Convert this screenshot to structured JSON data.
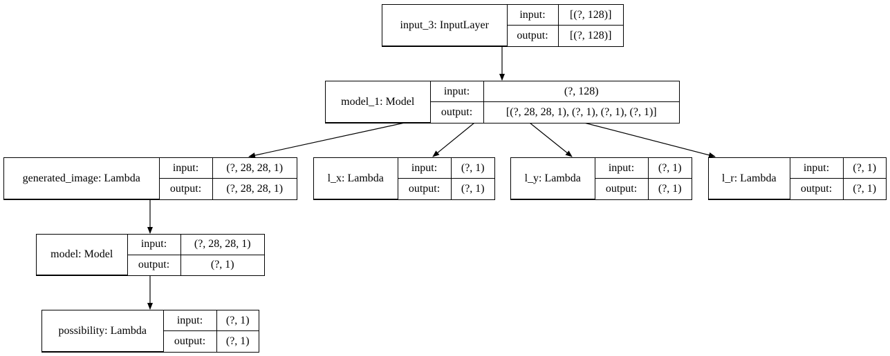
{
  "nodes": [
    {
      "id": "input_3",
      "label": "input_3: InputLayer",
      "input_label": "input:",
      "input": "[(?, 128)]",
      "output_label": "output:",
      "output": "[(?, 128)]"
    },
    {
      "id": "model_1",
      "label": "model_1: Model",
      "input_label": "input:",
      "input": "(?, 128)",
      "output_label": "output:",
      "output": "[(?, 28, 28, 1), (?, 1), (?, 1), (?, 1)]"
    },
    {
      "id": "generated_image",
      "label": "generated_image: Lambda",
      "input_label": "input:",
      "input": "(?, 28, 28, 1)",
      "output_label": "output:",
      "output": "(?, 28, 28, 1)"
    },
    {
      "id": "l_x",
      "label": "l_x: Lambda",
      "input_label": "input:",
      "input": "(?, 1)",
      "output_label": "output:",
      "output": "(?, 1)"
    },
    {
      "id": "l_y",
      "label": "l_y: Lambda",
      "input_label": "input:",
      "input": "(?, 1)",
      "output_label": "output:",
      "output": "(?, 1)"
    },
    {
      "id": "l_r",
      "label": "l_r: Lambda",
      "input_label": "input:",
      "input": "(?, 1)",
      "output_label": "output:",
      "output": "(?, 1)"
    },
    {
      "id": "model",
      "label": "model: Model",
      "input_label": "input:",
      "input": "(?, 28, 28, 1)",
      "output_label": "output:",
      "output": "(?, 1)"
    },
    {
      "id": "possibility",
      "label": "possibility: Lambda",
      "input_label": "input:",
      "input": "(?, 1)",
      "output_label": "output:",
      "output": "(?, 1)"
    }
  ],
  "edges": [
    {
      "from": "input_3",
      "to": "model_1"
    },
    {
      "from": "model_1",
      "to": "generated_image"
    },
    {
      "from": "model_1",
      "to": "l_x"
    },
    {
      "from": "model_1",
      "to": "l_y"
    },
    {
      "from": "model_1",
      "to": "l_r"
    },
    {
      "from": "generated_image",
      "to": "model"
    },
    {
      "from": "model",
      "to": "possibility"
    }
  ]
}
